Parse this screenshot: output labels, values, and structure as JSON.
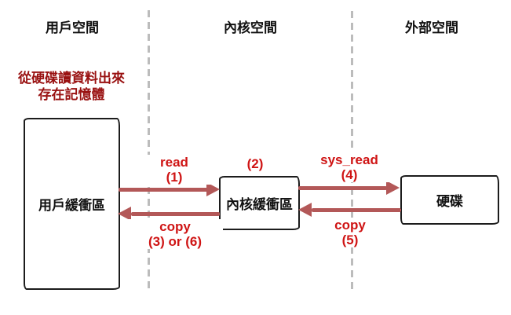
{
  "diagram": {
    "columns": [
      {
        "label": "用戶空間"
      },
      {
        "label": "內核空間"
      },
      {
        "label": "外部空間"
      }
    ],
    "annotation": {
      "line1": "從硬碟讀資料出來",
      "line2": "存在記憶體"
    },
    "nodes": [
      {
        "id": "user-buffer",
        "label": "用戶緩衝區"
      },
      {
        "id": "kernel-buffer",
        "label": "內核緩衝區"
      },
      {
        "id": "disk",
        "label": "硬碟"
      }
    ],
    "edges": [
      {
        "label": "read",
        "step": "(1)"
      },
      {
        "label": "",
        "step": "(2)"
      },
      {
        "label": "copy",
        "step": "(3) or (6)"
      },
      {
        "label": "sys_read",
        "step": "(4)"
      },
      {
        "label": "copy",
        "step": "(5)"
      }
    ],
    "colors": {
      "annotation_text": "#991111",
      "edge_label_text": "#cf1414",
      "arrow": "#b35858",
      "divider": "#bcbcbc",
      "box_border": "#1c1c1c",
      "background": "#ffffff"
    }
  }
}
